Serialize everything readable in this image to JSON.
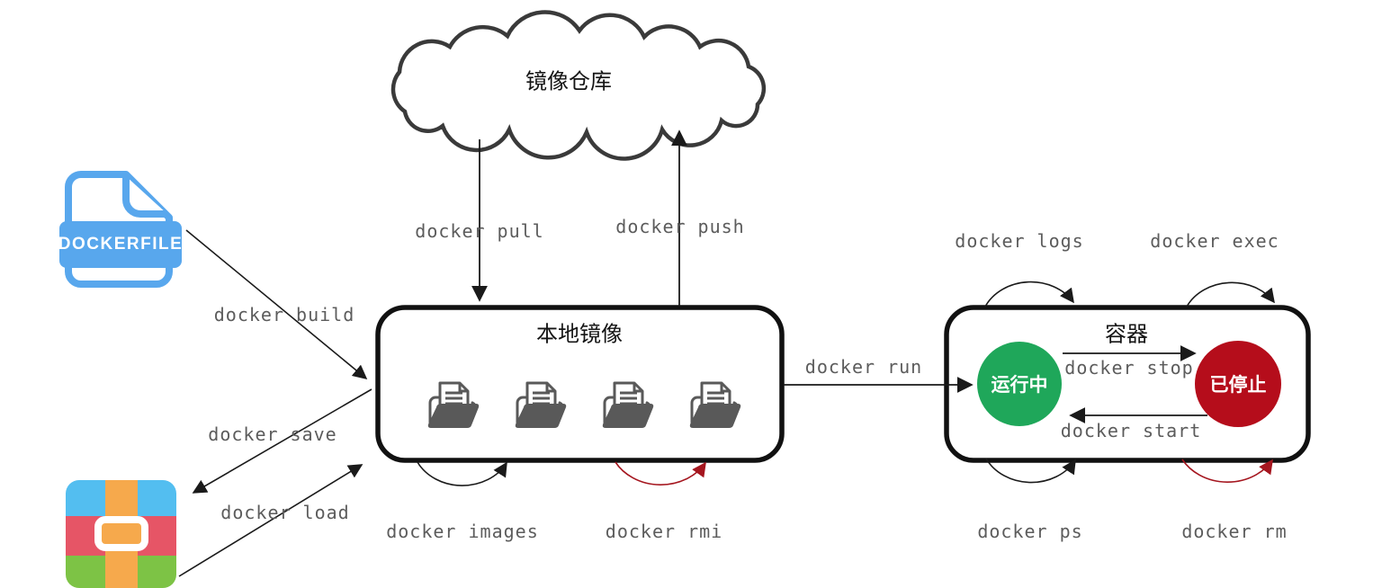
{
  "nodes": {
    "registry": {
      "label": "镜像仓库"
    },
    "dockerfile": {
      "label": "DOCKERFILE"
    },
    "local_images": {
      "label": "本地镜像"
    },
    "container": {
      "label": "容器"
    },
    "running": {
      "label": "运行中"
    },
    "stopped": {
      "label": "已停止"
    }
  },
  "commands": {
    "pull": "docker pull",
    "push": "docker push",
    "build": "docker build",
    "save": "docker save",
    "load": "docker load",
    "images": "docker images",
    "rmi": "docker rmi",
    "run": "docker run",
    "logs": "docker logs",
    "exec": "docker exec",
    "stop": "docker stop",
    "start": "docker start",
    "ps": "docker ps",
    "rm": "docker rm"
  },
  "colors": {
    "line_black": "#1a1a1a",
    "box_border": "#111111",
    "label_gray": "#5c5c5c",
    "danger_red": "#a5161f",
    "running_green": "#1fa75a",
    "stopped_red": "#b50d1b",
    "dockerfile_blue": "#58a7ed",
    "folder_gray": "#595959",
    "archive_blue": "#53bef0",
    "archive_red": "#e65566",
    "archive_green": "#7dc345",
    "archive_orange": "#f6a94c",
    "cloud_stroke": "#3a3a3a"
  }
}
